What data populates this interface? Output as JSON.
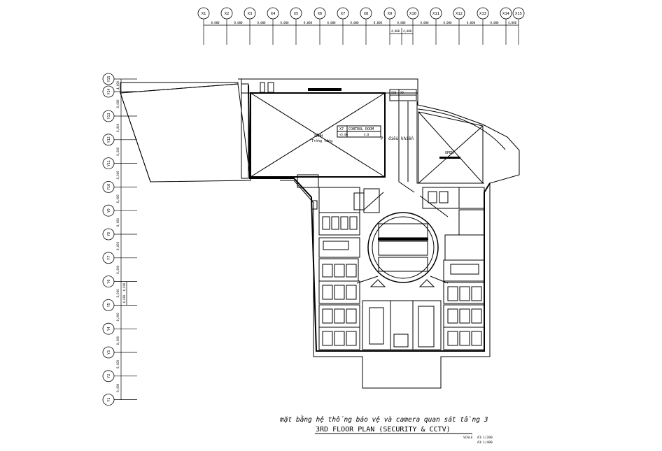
{
  "grid": {
    "x_labels": [
      "X1",
      "X2",
      "X3",
      "X4",
      "X5",
      "X6",
      "X7",
      "X8",
      "X9",
      "X10",
      "X11",
      "X12",
      "X13",
      "X14",
      "X15"
    ],
    "x_dims": [
      "8,000",
      "8,000",
      "8,000",
      "8,000",
      "8,000",
      "8,000",
      "8,000",
      "8,000",
      "8,000",
      "8,000",
      "8,000",
      "8,000",
      "8,000",
      "4,000"
    ],
    "x_sub_dims": [
      "4,000",
      "4,000"
    ],
    "y_labels": [
      "Y15",
      "Y14",
      "Y13",
      "Y12",
      "Y11",
      "Y10",
      "Y9",
      "Y8",
      "Y7",
      "Y6",
      "Y5",
      "Y4",
      "Y3",
      "Y2",
      "Y1"
    ],
    "y_dims": [
      "4,000",
      "8,000",
      "8,000",
      "8,000",
      "8,000",
      "8,000",
      "8,000",
      "8,000",
      "8,000",
      "8,000",
      "8,000",
      "8,000",
      "8,000",
      "8,000"
    ],
    "y_sub_dims": [
      "4,000",
      "4,000"
    ]
  },
  "labels": {
    "control_room": "CONTROL ROOM",
    "room_x7": "X7",
    "room_dim": "+5.00",
    "room_dim2": "4.0",
    "hall_label": "SẢNH",
    "hall_sub": "Trống tầng",
    "control_sub": "P. điều khiển",
    "open_label": "OPEN",
    "x20": "X20",
    "x9b": "X9"
  },
  "title": {
    "vn": "mặt bằng hệ thống báo vệ và camera quan sát tầng 3",
    "en": "3RD FLOOR PLAN (SECURITY & CCTV)",
    "scale_label": "SCALE",
    "scale_a1": "A1:1/200",
    "scale_a3": "A3:1/400"
  }
}
